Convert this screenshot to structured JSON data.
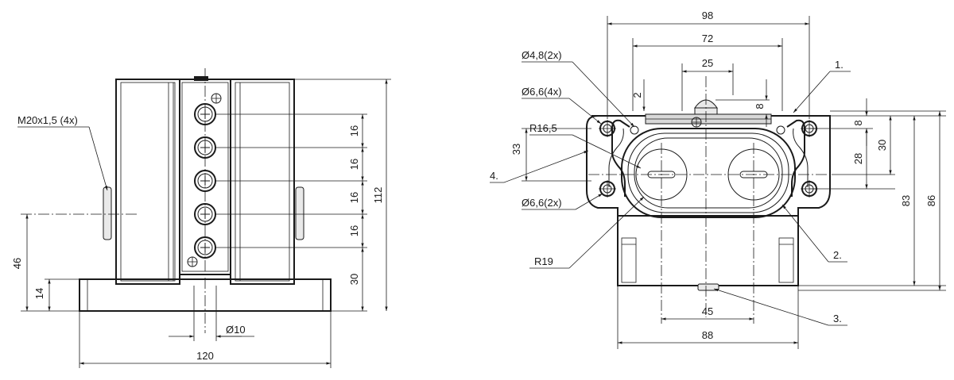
{
  "left_view": {
    "dims": {
      "d120": "120",
      "d10": "Ø10",
      "d46": "46",
      "d14": "14",
      "d30": "30",
      "d16a": "16",
      "d16b": "16",
      "d16c": "16",
      "d16d": "16",
      "d112": "112"
    },
    "labels": {
      "thread": "M20x1,5 (4x)"
    }
  },
  "right_view": {
    "dims": {
      "d98": "98",
      "d72": "72",
      "d25": "25",
      "d2": "2",
      "d8top": "8",
      "d8right": "8",
      "d30": "30",
      "d28": "28",
      "d83": "83",
      "d86": "86",
      "d33": "33",
      "d45": "45",
      "d88": "88"
    },
    "labels": {
      "phi48": "Ø4,8(2x)",
      "phi66x4": "Ø6,6(4x)",
      "r165": "R16,5",
      "phi66x2": "Ø6,6(2x)",
      "r19": "R19",
      "item1": "1.",
      "item2": "2.",
      "item3": "3.",
      "item4": "4."
    }
  }
}
